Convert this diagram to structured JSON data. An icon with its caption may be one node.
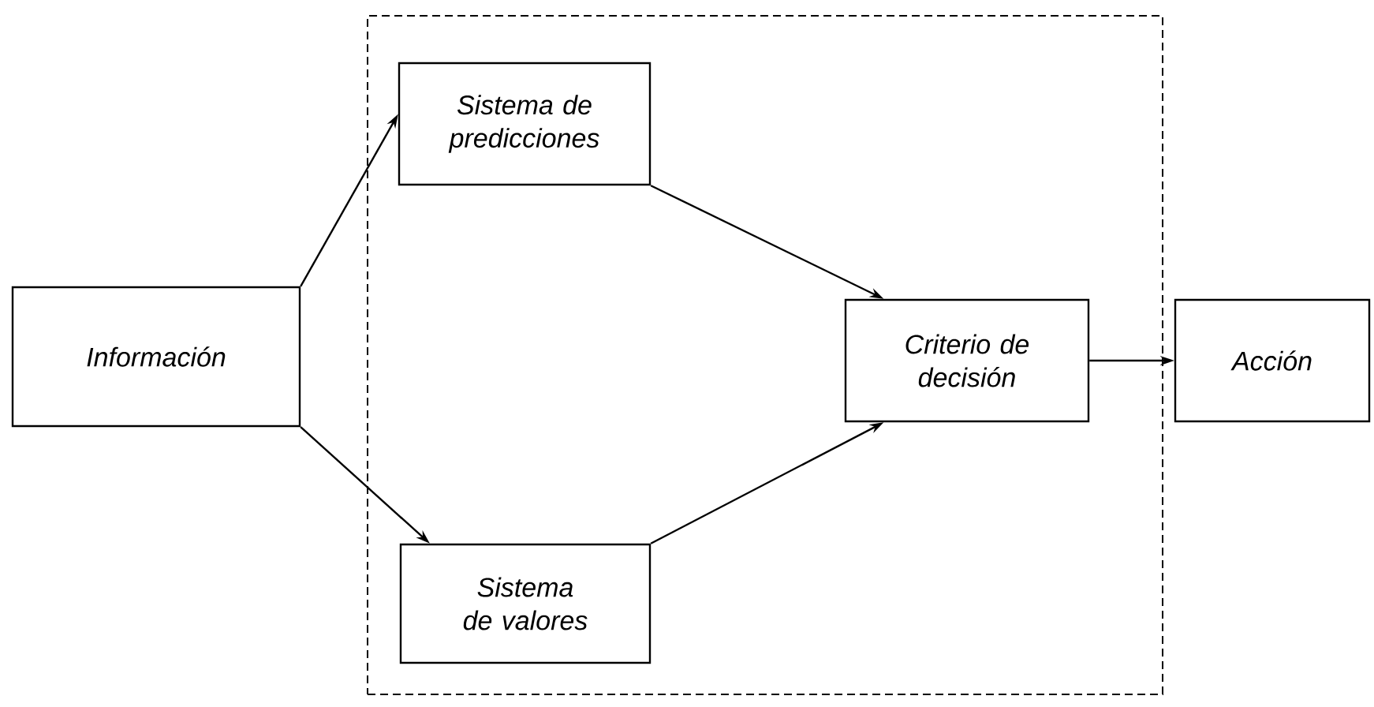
{
  "diagram": {
    "nodes": [
      {
        "text": [
          "Información"
        ]
      },
      {
        "text": [],
        "shape": "box"
      },
      {
        "text": [
          "Sistema de predicciones"
        ],
        "in": 1
      },
      {
        "text": [
          "Sistema de valores"
        ],
        "in": 1
      },
      {
        "text": [
          "Criterio de decisión"
        ],
        "in": 1
      },
      {
        "text": [
          "Acción"
        ]
      }
    ],
    "edges": [
      {
        "from": 0,
        "to": 2,
        "arrow": "to"
      },
      {
        "from": 0,
        "to": 3,
        "arrow": "to"
      },
      {
        "from": 2,
        "to": 4,
        "arrow": "to"
      },
      {
        "from": 3,
        "to": 4,
        "arrow": "to"
      },
      {
        "from": 4,
        "to": 5,
        "arrow": "to"
      }
    ]
  }
}
